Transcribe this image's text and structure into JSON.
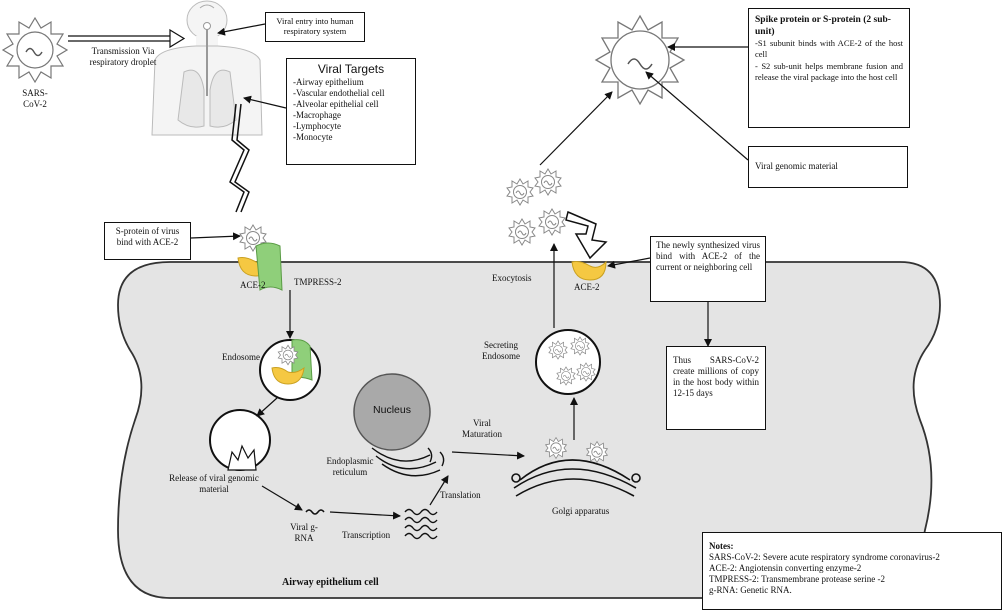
{
  "labels": {
    "virus": "SARS-CoV-2",
    "transmission": "Transmission Via respiratory droplet",
    "viral_entry": "Viral entry into human respiratory system",
    "ace2_left": "ACE-2",
    "tmpress2": "TMPRESS-2",
    "endosome": "Endosome",
    "release": "Release of viral genomic material",
    "viral_grna": "Viral g-RNA",
    "transcription": "Transcription",
    "nucleus": "Nucleus",
    "er": "Endoplasmic reticulum",
    "translation": "Translation",
    "viral_maturation": "Viral Maturation",
    "golgi": "Golgi apparatus",
    "secreting_endosome": "Secreting Endosome",
    "exocytosis": "Exocytosis",
    "ace2_right": "ACE-2",
    "cell": "Airway epithelium cell"
  },
  "viral_targets": {
    "title": "Viral Targets",
    "items": [
      "-Airway epithelium",
      "-Vascular endothelial cell",
      "-Alveolar epithelial cell",
      "-Macrophage",
      "-Lymphocyte",
      "-Monocyte"
    ]
  },
  "boxes": {
    "s_protein_bind": "S-protein of virus bind with ACE-2",
    "newly_synth": "The newly synthesized virus bind with ACE-2 of the current or neighboring cell",
    "thus": "Thus SARS-CoV-2 create millions of copy in the host body within 12-15 days",
    "genomic_material": "Viral genomic material"
  },
  "spike": {
    "title": "Spike protein or S-protein (2 sub-unit)",
    "s1": "-S1 subunit binds with ACE-2 of the host cell",
    "s2": "- S2 sub-unit helps membrane fusion and release the viral package into the host cell"
  },
  "notes": {
    "title": "Notes:",
    "items": [
      "SARS-CoV-2: Severe acute respiratory syndrome coronavirus-2",
      "ACE-2: Angiotensin converting enzyme-2",
      "TMPRESS-2: Transmembrane protease serine -2",
      "g-RNA: Genetic RNA."
    ]
  },
  "colors": {
    "ace2": "#f5c842",
    "tmpress2": "#8fcf7a",
    "cell_fill": "#e4e4e4",
    "nucleus": "#a9a9a9"
  }
}
